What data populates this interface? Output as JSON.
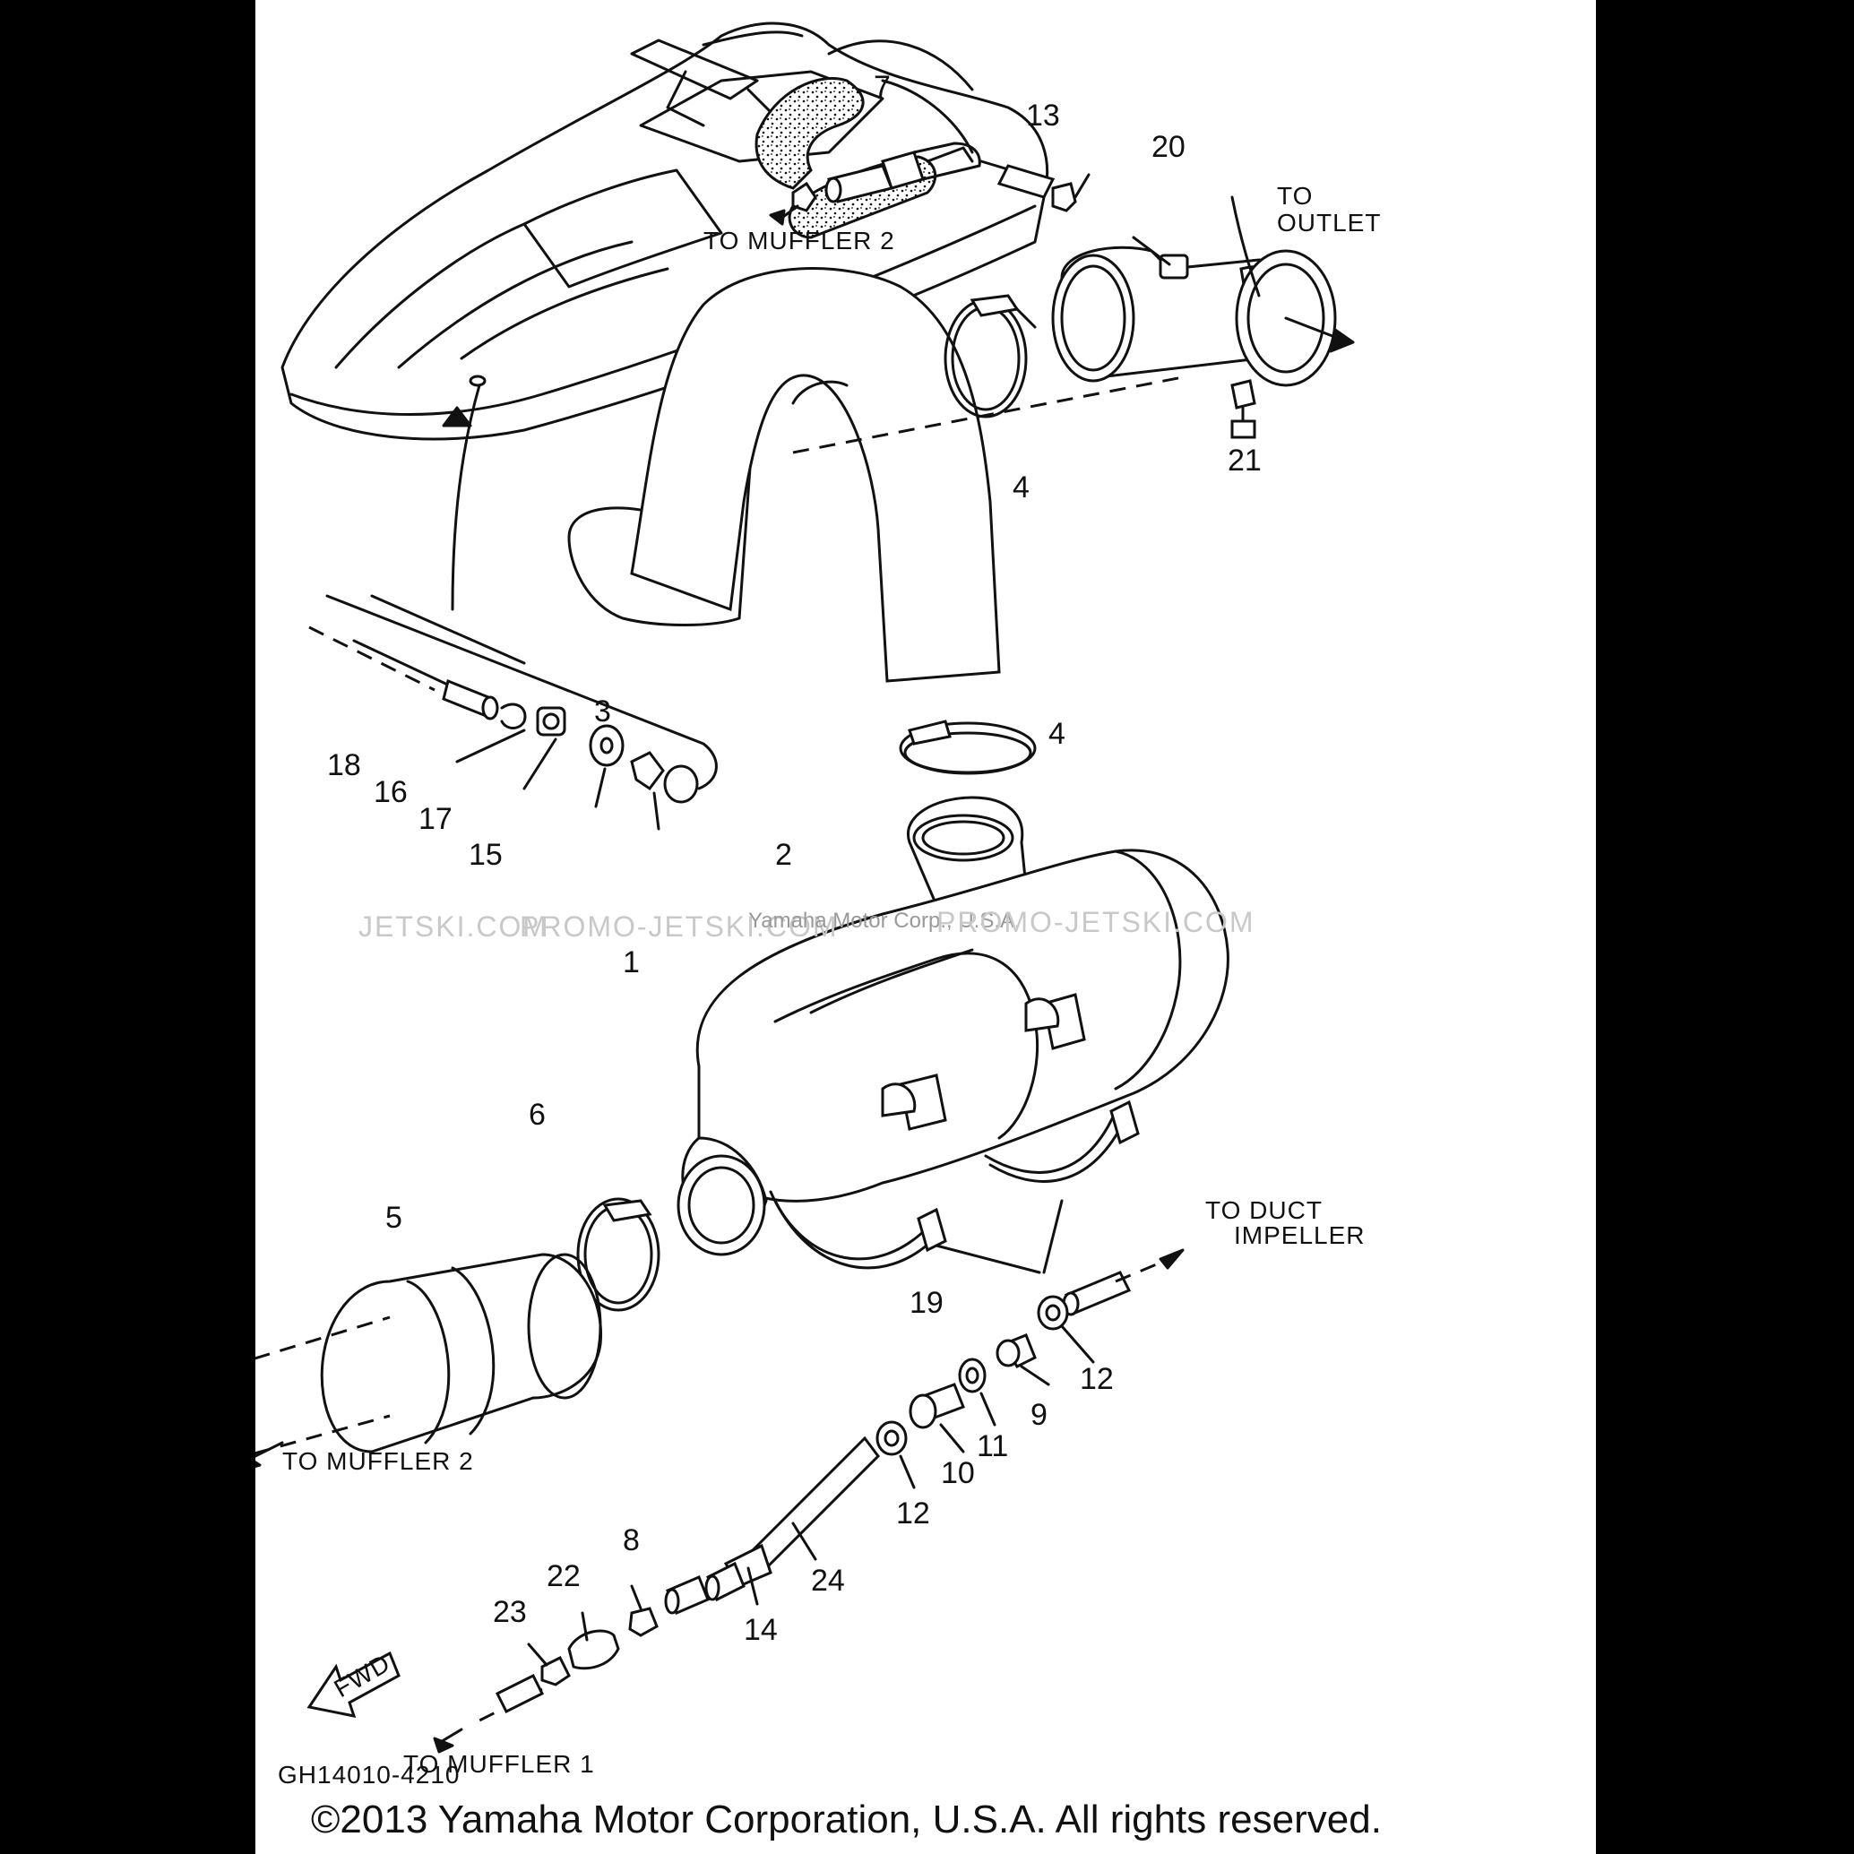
{
  "diagram": {
    "code": "GH14010-4210",
    "copyright": "©2013 Yamaha Motor Corporation, U.S.A. All rights reserved.",
    "watermarks": [
      "JETSKI.COM",
      "PROMO-JETSKI.COM",
      "Yamaha Motor Corp., U.S.A.",
      "PROMO-JETSKI.COM"
    ],
    "fwd_label": "FWD",
    "notes": {
      "to_muffler2_top": "TO MUFFLER 2",
      "to_outlet": [
        "TO",
        "OUTLET"
      ],
      "to_duct_impeller": [
        "TO DUCT",
        "IMPELLER"
      ],
      "to_muffler2_bottom": "TO MUFFLER 2",
      "to_muffler1": "TO MUFFLER 1"
    },
    "callouts": [
      "7",
      "13",
      "20",
      "21",
      "4",
      "3",
      "18",
      "16",
      "17",
      "15",
      "4",
      "2",
      "1",
      "6",
      "5",
      "19",
      "12",
      "9",
      "11",
      "10",
      "12",
      "24",
      "8",
      "22",
      "23",
      "14"
    ],
    "colors": {
      "background": "#000000",
      "sheet": "#ffffff",
      "ink": "#111111",
      "watermark": "#c8c8c8"
    }
  }
}
